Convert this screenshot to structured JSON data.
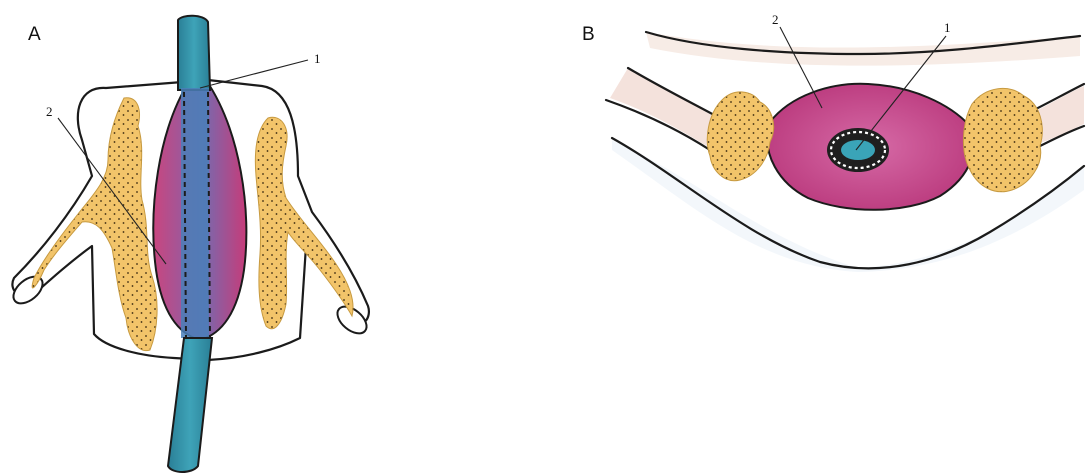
{
  "panels": [
    {
      "letter": "A",
      "callouts": [
        "1",
        "2"
      ]
    },
    {
      "letter": "B",
      "callouts": [
        "2",
        "1"
      ]
    }
  ],
  "colors": {
    "muscle": "#b8367a",
    "tube": "#2f8fa6",
    "fat": "#f2c46a",
    "skin": "#f5e6e0",
    "outline": "#1b1b1b"
  }
}
